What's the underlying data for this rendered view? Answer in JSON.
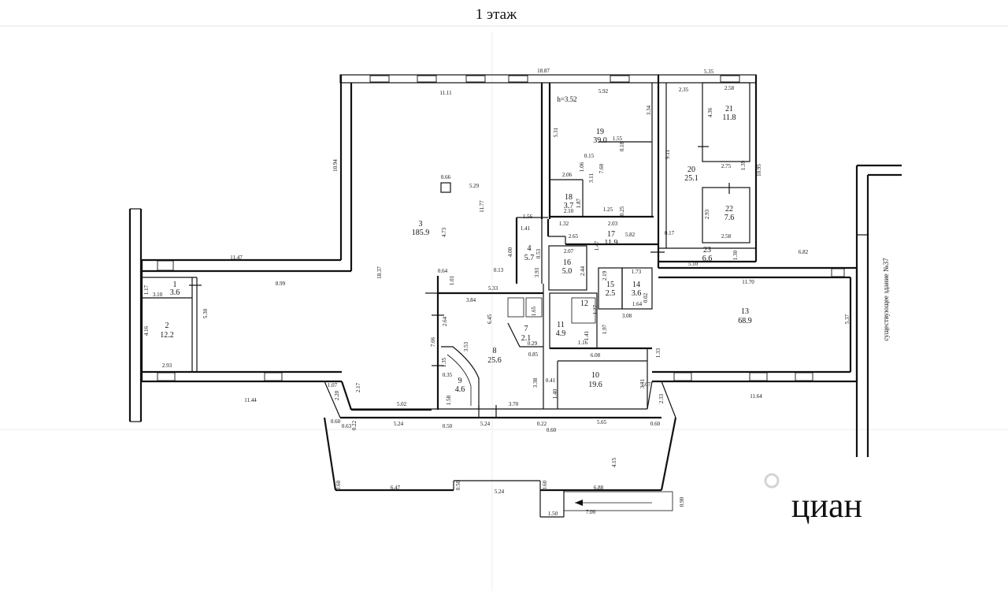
{
  "floor_title": "1 этаж",
  "rooms": [
    {
      "num": "1",
      "area": "3.6"
    },
    {
      "num": "2",
      "area": "12.2"
    },
    {
      "num": "3",
      "area": "185.9"
    },
    {
      "num": "4",
      "area": "5.7"
    },
    {
      "num": "7",
      "area": "2.1"
    },
    {
      "num": "8",
      "area": "25.6"
    },
    {
      "num": "9",
      "area": "4.6"
    },
    {
      "num": "10",
      "area": "19.6"
    },
    {
      "num": "11",
      "area": "4.9"
    },
    {
      "num": "12",
      "area": ""
    },
    {
      "num": "13",
      "area": "68.9"
    },
    {
      "num": "14",
      "area": "3.6"
    },
    {
      "num": "15",
      "area": "2.5"
    },
    {
      "num": "16",
      "area": "5.0"
    },
    {
      "num": "17",
      "area": "11.9"
    },
    {
      "num": "18",
      "area": "3.7"
    },
    {
      "num": "19",
      "area": "39.0"
    },
    {
      "num": "20",
      "area": "25.1"
    },
    {
      "num": "21",
      "area": "11.8"
    },
    {
      "num": "22",
      "area": "7.6"
    },
    {
      "num": "23",
      "area": "6.6"
    }
  ],
  "dimensions": [
    "18.87",
    "5.35",
    "11.11",
    "5.92",
    "3.34",
    "2.35",
    "2.58",
    "4.36",
    "10.94",
    "5.31",
    "1.55",
    "0.18",
    "9.11",
    "10.95",
    "0.15",
    "1.06",
    "3.11",
    "7.60",
    "2.75",
    "1.39",
    "2.06",
    "0.66",
    "5.29",
    "11.77",
    "2.10",
    "1.87",
    "1.25",
    "0.25",
    "2.93",
    "1.56",
    "1.41",
    "1.32",
    "2.65",
    "2.03",
    "5.82",
    "0.17",
    "2.58",
    "4.00",
    "2.07",
    "11.47",
    "18.37",
    "4.73",
    "1.47",
    "5.10",
    "1.30",
    "6.82",
    "8.99",
    "0.64",
    "1.01",
    "3.93",
    "2.44",
    "1.73",
    "11.70",
    "1.17",
    "3.10",
    "5.30",
    "5.33",
    "3.84",
    "0.13",
    "2.19",
    "1.64",
    "0.02",
    "3.08",
    "1.97",
    "5.37",
    "4.16",
    "2.64",
    "6.45",
    "1.16",
    "1.41",
    "7.66",
    "3.53",
    "0.29",
    "0.85",
    "6.08",
    "1.33",
    "2.93",
    "1.35",
    "0.35",
    "3.38",
    "0.41",
    "1.40",
    "3.31",
    "1.07",
    "2.20",
    "2.17",
    "11.44",
    "1.58",
    "5.02",
    "3.70",
    "11.64",
    "0.60",
    "0.63",
    "0.22",
    "5.24",
    "0.50",
    "5.65",
    "4.15",
    "6.47",
    "6.88",
    "0.90",
    "1.50",
    "7.00",
    "1.27",
    "1.65",
    "0.53",
    "2.33"
  ],
  "ceiling_height": "h=3.52",
  "neighbor_label": "существующее здание №37",
  "watermark": "циан",
  "colors": {
    "line": "#111111",
    "watermark": "#c8c8c8",
    "background": "#ffffff"
  }
}
